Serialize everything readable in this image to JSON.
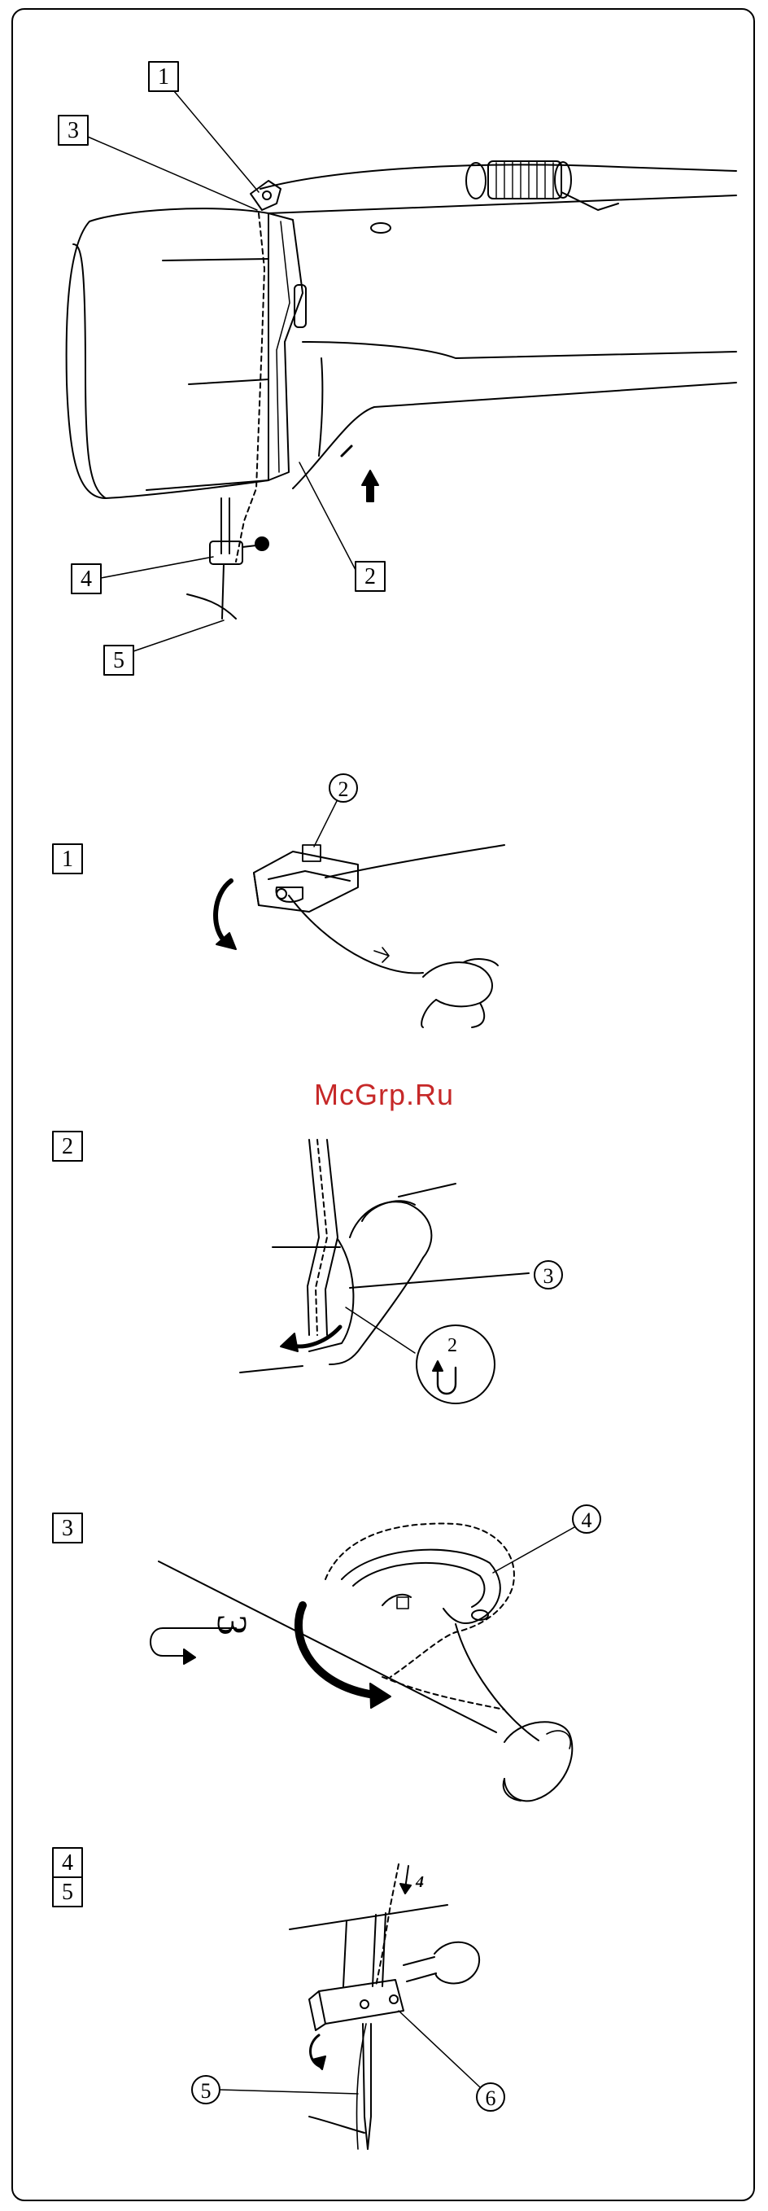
{
  "watermark": "McGrp.Ru",
  "overview": {
    "callouts": [
      "1",
      "3",
      "4",
      "5",
      "2"
    ]
  },
  "steps": [
    {
      "label": "1",
      "callout": "2"
    },
    {
      "label": "2",
      "callout": "3",
      "badge_number": "2"
    },
    {
      "label": "3",
      "callout": "4",
      "side_number": "3"
    },
    {
      "labels": [
        "4",
        "5"
      ],
      "arrow_number": "4",
      "callouts": [
        "5",
        "6"
      ]
    }
  ],
  "colors": {
    "ink": "#000000",
    "watermark": "#c62828"
  }
}
